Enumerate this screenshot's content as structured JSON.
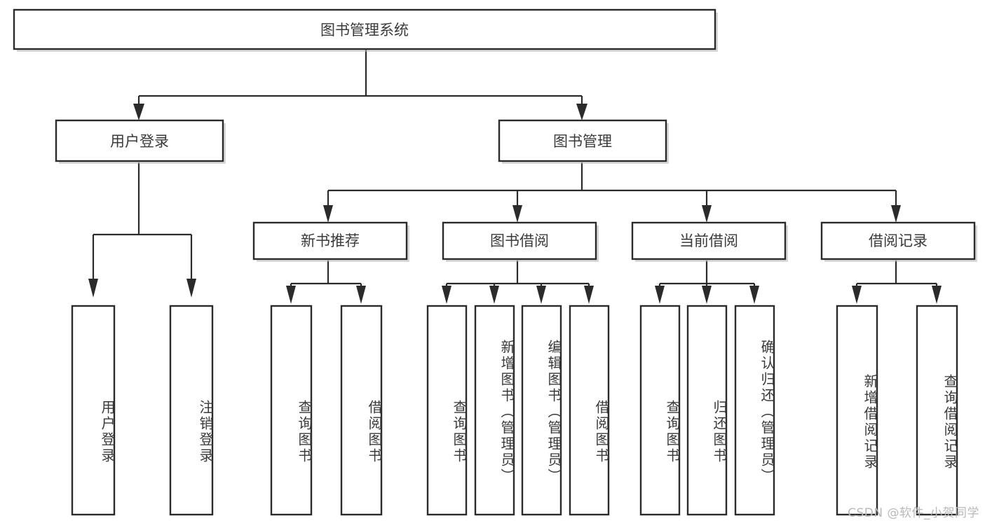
{
  "diagram": {
    "title": "图书管理系统",
    "type": "tree-hierarchy-chart",
    "root": {
      "id": "root",
      "label": "图书管理系统",
      "orientation": "horizontal"
    },
    "level2": [
      {
        "id": "user-login",
        "label": "用户登录",
        "orientation": "horizontal"
      },
      {
        "id": "book-manage",
        "label": "图书管理",
        "orientation": "horizontal"
      }
    ],
    "level3": [
      {
        "id": "new-book-rec",
        "label": "新书推荐",
        "orientation": "horizontal",
        "parent": "book-manage"
      },
      {
        "id": "book-borrow",
        "label": "图书借阅",
        "orientation": "horizontal",
        "parent": "book-manage"
      },
      {
        "id": "current-borrow",
        "label": "当前借阅",
        "orientation": "horizontal",
        "parent": "book-manage"
      },
      {
        "id": "borrow-record",
        "label": "借阅记录",
        "orientation": "horizontal",
        "parent": "book-manage"
      }
    ],
    "leaves": [
      {
        "id": "leaf-user-login",
        "label": "用户登录",
        "parent": "user-login",
        "orientation": "vertical"
      },
      {
        "id": "leaf-logout",
        "label": "注销登录",
        "parent": "user-login",
        "orientation": "vertical"
      },
      {
        "id": "leaf-query-book-1",
        "label": "查询图书",
        "parent": "new-book-rec",
        "orientation": "vertical"
      },
      {
        "id": "leaf-borrow-book-1",
        "label": "借阅图书",
        "parent": "new-book-rec",
        "orientation": "vertical"
      },
      {
        "id": "leaf-query-book-2",
        "label": "查询图书",
        "parent": "book-borrow",
        "orientation": "vertical"
      },
      {
        "id": "leaf-add-book",
        "label": "新增图书（管理员）",
        "parent": "book-borrow",
        "orientation": "vertical"
      },
      {
        "id": "leaf-edit-book",
        "label": "编辑图书（管理员）",
        "parent": "book-borrow",
        "orientation": "vertical"
      },
      {
        "id": "leaf-borrow-book-2",
        "label": "借阅图书",
        "parent": "book-borrow",
        "orientation": "vertical"
      },
      {
        "id": "leaf-query-book-3",
        "label": "查询图书",
        "parent": "current-borrow",
        "orientation": "vertical"
      },
      {
        "id": "leaf-return-book",
        "label": "归还图书",
        "parent": "current-borrow",
        "orientation": "vertical"
      },
      {
        "id": "leaf-confirm-return",
        "label": "确认归还（管理员）",
        "parent": "current-borrow",
        "orientation": "vertical"
      },
      {
        "id": "leaf-add-record",
        "label": "新增借阅记录",
        "parent": "borrow-record",
        "orientation": "vertical"
      },
      {
        "id": "leaf-query-record",
        "label": "查询借阅记录",
        "parent": "borrow-record",
        "orientation": "vertical"
      }
    ],
    "colors": {
      "box_stroke": "#2b2b2b",
      "box_fill": "#ffffff",
      "text": "#3a3a3a",
      "connector": "#2b2b2b",
      "background": "#ffffff",
      "watermark": "#b9b9b9"
    }
  },
  "watermark": {
    "text": "CSDN @软件_小贺同学"
  }
}
